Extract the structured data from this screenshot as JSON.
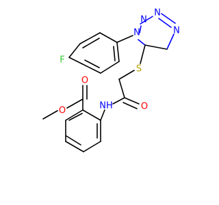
{
  "molecule": {
    "atoms": {
      "fluorine": "F",
      "tetrazole_n1": "N",
      "tetrazole_n2": "N",
      "tetrazole_n3": "N",
      "tetrazole_n4": "N",
      "sulfur": "S",
      "amide_nh": "NH",
      "amide_o": "O",
      "ester_o_carbonyl": "O",
      "ester_o_methoxy": "O"
    },
    "colors": {
      "bond": "#000000",
      "nitrogen": "#0000FF",
      "oxygen": "#FF0000",
      "sulfur": "#B8A000",
      "fluorine": "#33CC33",
      "background": "#FFFFFF"
    }
  }
}
